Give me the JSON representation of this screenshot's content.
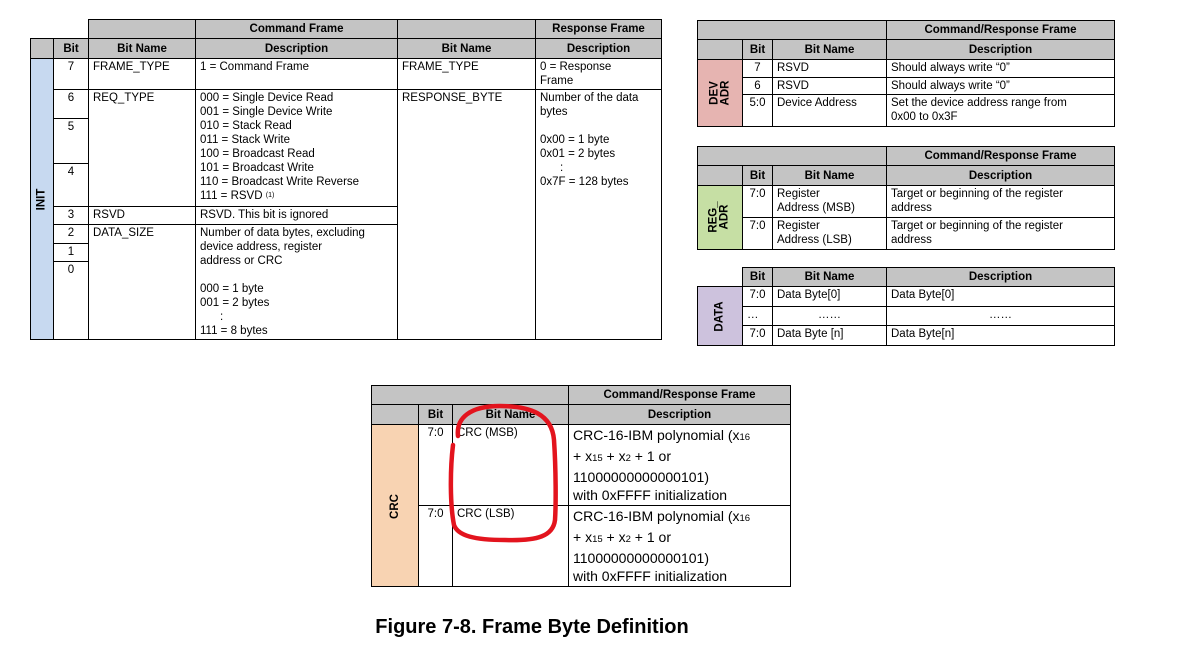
{
  "colors": {
    "header_gray": "#c4c4c4",
    "init_label": "#c7d9f0",
    "devadr_label": "#e6b4b1",
    "regadr_label": "#c6dfa4",
    "data_label": "#cdc2dd",
    "crc_label": "#f8d3b2",
    "annotation_red": "#e3141e"
  },
  "init_table": {
    "group_left": "Command Frame",
    "group_right": "Response Frame",
    "col_bit": "Bit",
    "col_bitname": "Bit Name",
    "col_desc": "Description",
    "col_resp_bitname": "Bit Name",
    "col_resp_desc": "Description",
    "row_label": "INIT",
    "rows": [
      {
        "bit": "7",
        "name": "FRAME_TYPE",
        "desc": "1 =  Command Frame",
        "resp_name": "FRAME_TYPE",
        "resp_desc_1": "0 = Response",
        "resp_desc_2": "Frame"
      },
      {
        "bit": "6",
        "name": "REQ_TYPE",
        "resp_name": "RESPONSE_BYTE"
      },
      {
        "bit": "5"
      },
      {
        "bit": "4"
      },
      {
        "bit": "3",
        "name": "RSVD",
        "desc": "RSVD. This bit is ignored"
      },
      {
        "bit": "2",
        "name": "DATA_SIZE"
      },
      {
        "bit": "1"
      },
      {
        "bit": "0"
      }
    ],
    "req_type_lines": [
      "000 = Single Device Read",
      "001 = Single Device Write",
      "010 = Stack Read",
      "011 = Stack Write",
      "100 = Broadcast Read",
      "101 = Broadcast Write",
      "110 = Broadcast Write Reverse",
      "111 = RSVD"
    ],
    "req_type_note": "(1)",
    "resp_byte_lines": [
      "Number of the data",
      "bytes",
      "",
      "0x00 = 1 byte",
      "0x01 = 2 bytes",
      ":",
      "0x7F = 128 bytes"
    ],
    "data_size_lines": [
      "Number of data bytes, excluding",
      "device address, register",
      "address or CRC",
      "",
      "000 = 1 byte",
      "001 = 2 bytes",
      ":",
      "111 = 8 bytes"
    ]
  },
  "dev_adr_table": {
    "group": "Command/Response Frame",
    "col_bit": "Bit",
    "col_bitname": "Bit Name",
    "col_desc": "Description",
    "row_label_1": "DEV",
    "row_label_2": "ADR",
    "rows": [
      {
        "bit": "7",
        "name": "RSVD",
        "desc": "Should always write “0”"
      },
      {
        "bit": "6",
        "name": "RSVD",
        "desc": "Should always write “0”"
      },
      {
        "bit": "5:0",
        "name": "Device Address",
        "desc_1": "Set the device address range from",
        "desc_2": "0x00 to 0x3F"
      }
    ]
  },
  "reg_adr_table": {
    "group": "Command/Response Frame",
    "col_bit": "Bit",
    "col_bitname": "Bit Name",
    "col_desc": "Description",
    "row_label_1": "REG_",
    "row_label_2": "ADR",
    "rows": [
      {
        "bit": "7:0",
        "name_1": "Register",
        "name_2": "Address (MSB)",
        "desc_1": "Target or beginning of the register",
        "desc_2": "address"
      },
      {
        "bit": "7:0",
        "name_1": "Register",
        "name_2": "Address (LSB)",
        "desc_1": "Target or beginning of the register",
        "desc_2": "address"
      }
    ]
  },
  "data_table": {
    "col_bit": "Bit",
    "col_bitname": "Bit Name",
    "col_desc": "Description",
    "row_label": "DATA",
    "rows": [
      {
        "bit": "7:0",
        "name": "Data Byte[0]",
        "desc": "Data Byte[0]"
      },
      {
        "bit": "…",
        "name": "……",
        "desc": "……"
      },
      {
        "bit": "7:0",
        "name": "Data Byte [n]",
        "desc": "Data Byte[n]"
      }
    ]
  },
  "crc_table": {
    "group": "Command/Response Frame",
    "col_bit": "Bit",
    "col_bitname": "Bit Name",
    "col_desc": "Description",
    "row_label": "CRC",
    "rows": [
      {
        "bit": "7:0",
        "name": "CRC (MSB)"
      },
      {
        "bit": "7:0",
        "name": "CRC (LSB)"
      }
    ],
    "desc_a": "CRC-16-IBM polynomial (x",
    "desc_a_sub": "16",
    "desc_b": "+ x",
    "desc_b_sub1": "15",
    "desc_b_mid": " + x",
    "desc_b_sub2": "2",
    "desc_b_end": " + 1 or",
    "desc_c": "11000000000000101)",
    "desc_d": "with 0xFFFF initialization"
  },
  "caption": "Figure 7-8. Frame Byte Definition"
}
